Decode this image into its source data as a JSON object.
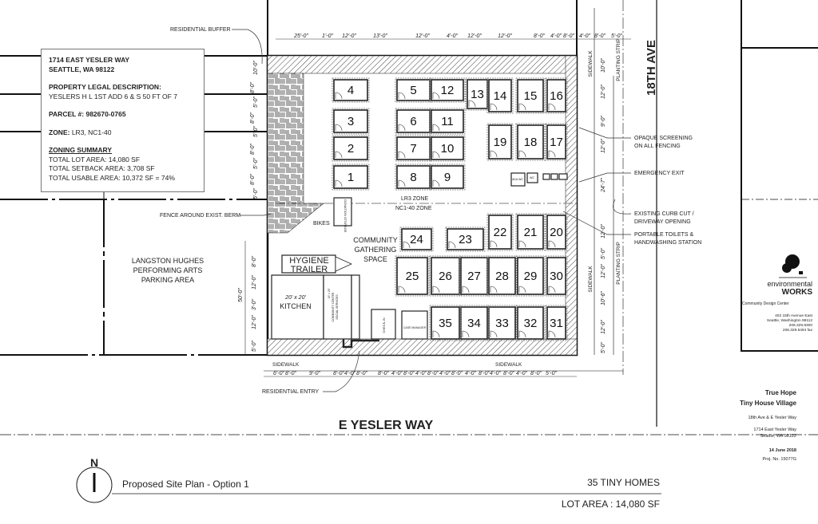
{
  "info_box": {
    "address_line1": "1714 EAST YESLER WAY",
    "address_line2": "SEATTLE, WA 98122",
    "legal_heading": "PROPERTY LEGAL DESCRIPTION:",
    "legal_text": "YESLERS H L 1ST ADD 6 & S 50 FT OF 7",
    "parcel_label": "PARCEL #:",
    "parcel_value": "982670-0765",
    "zone_label": "ZONE:",
    "zone_value": "LR3, NC1-40",
    "summary_heading": "ZONING SUMMARY",
    "summary_lines": [
      "TOTAL LOT AREA: 14,080 SF",
      "TOTAL SETBACK AREA: 3,708 SF",
      "TOTAL USABLE AREA: 10,372 SF = 74%"
    ]
  },
  "streets": {
    "east": "18TH AVE",
    "south": "E YESLER WAY"
  },
  "callouts": {
    "residential_buffer": "RESIDENTIAL BUFFER",
    "fence_berm": "FENCE AROUND EXIST. BERM",
    "parking_area": [
      "LANGSTON HUGHES",
      "PERFORMING ARTS",
      "PARKING AREA"
    ],
    "opaque_screening": [
      "OPAQUE SCREENING",
      "ON ALL FENCING"
    ],
    "emergency_exit": "EMERGENCY EXIT",
    "curb_cut": [
      "EXISTING CURB CUT /",
      "DRIVEWAY OPENING"
    ],
    "portable_toilets": [
      "PORTABLE TOILETS &",
      "HANDWASHING STATION"
    ],
    "residential_entry": "RESIDENTIAL ENTRY"
  },
  "site_labels": {
    "zone_line_1": "LR3 ZONE",
    "zone_line_2": "NC1-40  ZONE",
    "community": [
      "COMMUNITY",
      "GATHERING",
      "SPACE"
    ],
    "bikes": "BIKES",
    "storage": "DONATION STORAGE",
    "hygiene": [
      "HYGIENE",
      "TRAILER"
    ],
    "kitchen_size": "20' x 20'",
    "kitchen": "KITCHEN",
    "community_center": [
      "16' x 20'",
      "COMMUNITY CENTER",
      "SOCIAL SERVICES"
    ],
    "check_in": "CHECK-IN",
    "case_manager": "CASE MANAGER",
    "ada_wc": "ADA WC",
    "wc": "WC",
    "sidewalk": "SIDEWALK",
    "planting_strip": "PLANTING STRIP"
  },
  "units": [
    "1",
    "2",
    "3",
    "4",
    "5",
    "6",
    "7",
    "8",
    "9",
    "10",
    "11",
    "12",
    "13",
    "14",
    "15",
    "16",
    "17",
    "18",
    "19",
    "20",
    "21",
    "22",
    "23",
    "24",
    "25",
    "26",
    "27",
    "28",
    "29",
    "30",
    "31",
    "32",
    "33",
    "34",
    "35"
  ],
  "dimensions": {
    "top": [
      "25'-0\"",
      "1'-0\"",
      "12'-0\"",
      "13'-0\"",
      "12'-0\"",
      "4'-0\"",
      "12'-0\"",
      "12'-0\"",
      "8'-0\"",
      "4'-0\"",
      "8'-0\"",
      "4'-0\"",
      "8'-0\"",
      "5'-0\""
    ],
    "bottom": [
      "6'-0\"",
      "8'-0\"",
      "9'-0\"",
      "8'-0\"",
      "4'-0\"",
      "8'-0\"",
      "8'-0\"",
      "4'-0\"",
      "8'-0\"",
      "4'-0\"",
      "8'-0\"",
      "4'-0\"",
      "8'-0\"",
      "4'-0\"",
      "8'-0\"",
      "4'-0\"",
      "8'-0\"",
      "4'-0\"",
      "8'-0\"",
      "5'-0\""
    ],
    "right": [
      "10'-0\"",
      "12'-0\"",
      "9'-0\"",
      "12'-0\"",
      "24'-7\"",
      "12'-0\"",
      "5'-0\"",
      "12'-0\"",
      "10'-6\"",
      "12'-0\"",
      "5'-0\""
    ],
    "left_upper": [
      "10'-0\"",
      "8'-0\"",
      "5'-0\"",
      "8'-0\"",
      "5'-0\"",
      "8'-0\"",
      "5'-0\"",
      "8'-0\"",
      "5'-0\""
    ],
    "left_lower": [
      "8'-0\"",
      "12'-0\"",
      "3'-0\"",
      "12'-0\"",
      "5'-0\""
    ],
    "left_overall": "50'-0\""
  },
  "firm": {
    "name_light": "environmental",
    "name_bold": "WORKS",
    "subtitle": "Community Design Center",
    "address": [
      "402 15th Avenue East",
      "Seattle, Washington 98112",
      "206.329.8300",
      "206.329.5494 fax"
    ]
  },
  "project": {
    "name_line1": "True Hope",
    "name_line2": "Tiny House Village",
    "location": "18th Ave & E Yesler Way",
    "address_line1": "1714 East Yesler Way",
    "address_line2": "Seattle, WA 98122",
    "date": "14 June 2018",
    "project_no": "Proj. No. 15077G"
  },
  "title_block": {
    "north": "N",
    "title": "Proposed Site Plan - Option 1",
    "homes": "35 TINY HOMES",
    "lot_area": "LOT AREA : 14,080 SF"
  }
}
